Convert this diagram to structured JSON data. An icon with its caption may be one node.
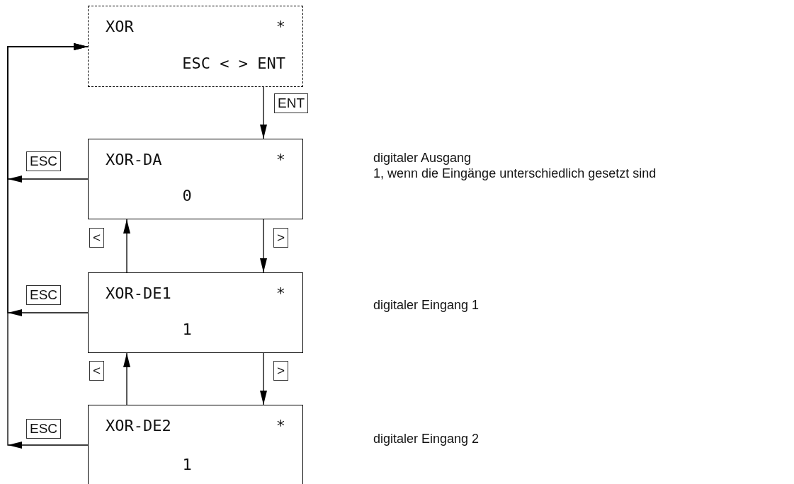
{
  "diagram": {
    "nodes": [
      {
        "text": [
          "XOR",
          "*",
          "ESC < > ENT"
        ]
      },
      {
        "text": [
          "XOR-DA",
          "*",
          "0"
        ]
      },
      {
        "text": [
          "XOR-DE1",
          "*",
          "1"
        ]
      },
      {
        "text": [
          "XOR-DE2",
          "*",
          "1"
        ]
      }
    ],
    "labels": [
      "digitaler Ausgang",
      "1, wenn die Eingänge unterschiedlich gesetzt sind",
      "digitaler Eingang 1",
      "digitaler Eingang 2"
    ],
    "edges": [
      {
        "from": 0,
        "to": 1,
        "arrow": "to",
        "label": "ENT"
      },
      {
        "from": 1,
        "to": 2,
        "arrow": "to",
        "label": ">"
      },
      {
        "from": 2,
        "to": 1,
        "arrow": "to",
        "label": "<"
      },
      {
        "from": 2,
        "to": 3,
        "arrow": "to",
        "label": ">"
      },
      {
        "from": 3,
        "to": 2,
        "arrow": "to",
        "label": "<"
      },
      {
        "from": 1,
        "to": 0,
        "arrow": "to",
        "label": "ESC"
      },
      {
        "from": 2,
        "to": 0,
        "arrow": "to",
        "label": "ESC"
      },
      {
        "from": 3,
        "to": 0,
        "arrow": "to",
        "label": "ESC"
      }
    ]
  }
}
